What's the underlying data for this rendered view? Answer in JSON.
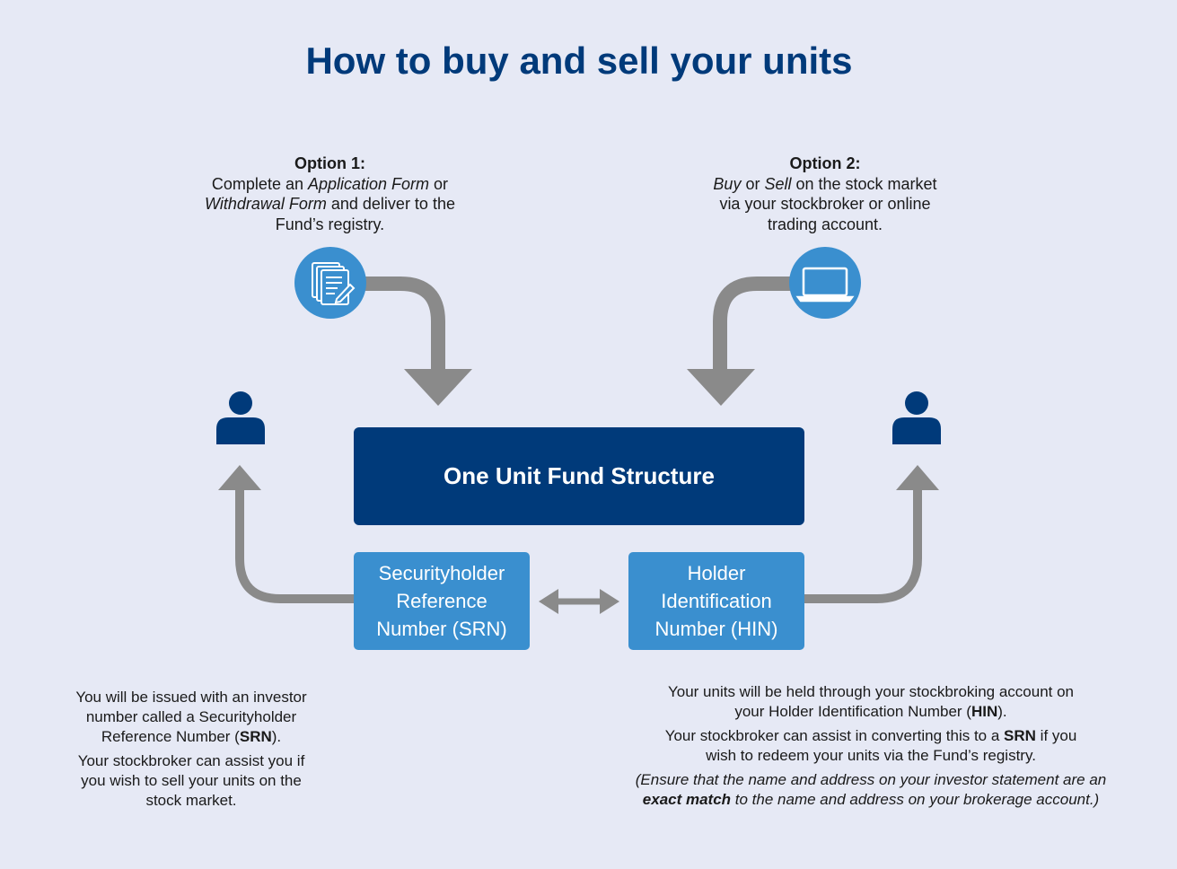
{
  "title": "How to buy and sell your units",
  "option1": {
    "heading": "Option 1:",
    "line1_pre": "Complete an ",
    "line1_em": "Application Form",
    "line1_post": " or",
    "line2_em": "Withdrawal Form",
    "line2_post": " and deliver to the",
    "line3": "Fund’s registry.",
    "icon": "document-form-icon"
  },
  "option2": {
    "heading": "Option 2:",
    "line1_em1": "Buy",
    "line1_mid": " or ",
    "line1_em2": "Sell",
    "line1_post": " on the stock market",
    "line2": "via your stockbroker or online",
    "line3": "trading account.",
    "icon": "laptop-icon"
  },
  "fund_structure": "One Unit Fund Structure",
  "srn_box": [
    "Securityholder",
    "Reference",
    "Number (SRN)"
  ],
  "hin_box": [
    "Holder",
    "Identification",
    "Number (HIN)"
  ],
  "note_left": {
    "p1_l1": "You will be issued with an investor",
    "p1_l2": "number called a Securityholder",
    "p1_l3_pre": "Reference Number (",
    "p1_l3_b": "SRN",
    "p1_l3_post": ").",
    "p2_l1": "Your stockbroker can assist you if",
    "p2_l2": "you wish to sell your units on the",
    "p2_l3": "stock market."
  },
  "note_right": {
    "p1_l1": "Your units will be held through your stockbroking account on",
    "p1_l2_pre": "your Holder Identification Number (",
    "p1_l2_b": "HIN",
    "p1_l2_post": ").",
    "p2_l1_pre": "Your stockbroker can assist in converting this to a ",
    "p2_l1_b": "SRN",
    "p2_l1_post": " if you",
    "p2_l2": "wish to redeem your units via the Fund’s registry.",
    "p3_l1": "(Ensure that the name and address on your investor statement are an",
    "p3_l2_b": "exact match",
    "p3_l2_post": " to the name and address on your brokerage account.)"
  },
  "colors": {
    "background": "#e6e9f5",
    "navy": "#003a7a",
    "blue": "#3a8fcf",
    "arrow_gray": "#8a8a8a"
  }
}
